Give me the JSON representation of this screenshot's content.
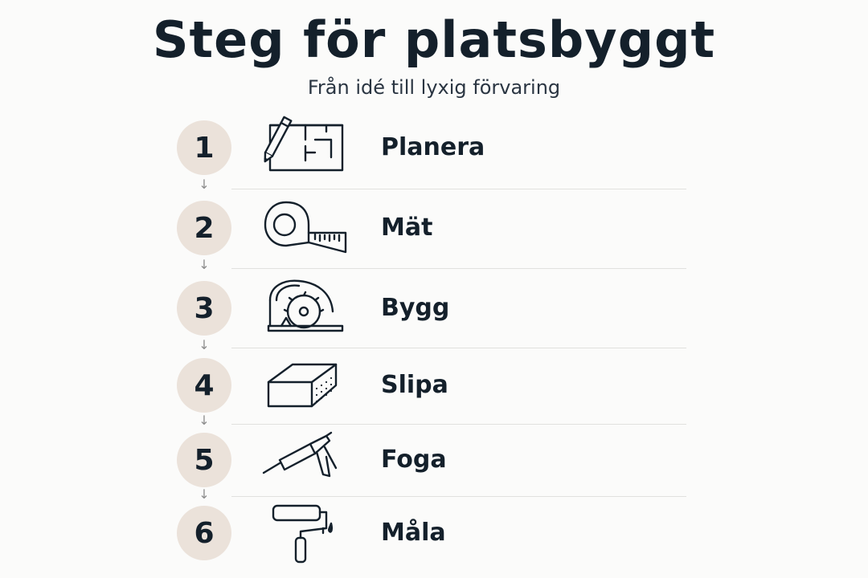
{
  "header": {
    "title": "Steg för platsbyggt",
    "subtitle": "Från idé till lyxig förvaring"
  },
  "steps": [
    {
      "number": "1",
      "label": "Planera",
      "icon": "pencil-blueprint-icon"
    },
    {
      "number": "2",
      "label": "Mät",
      "icon": "tape-measure-icon"
    },
    {
      "number": "3",
      "label": "Bygg",
      "icon": "circular-saw-icon"
    },
    {
      "number": "4",
      "label": "Slipa",
      "icon": "sanding-block-icon"
    },
    {
      "number": "5",
      "label": "Foga",
      "icon": "caulk-gun-icon"
    },
    {
      "number": "6",
      "label": "Måla",
      "icon": "paint-roller-icon"
    }
  ],
  "colors": {
    "background": "#fbfbfa",
    "text": "#14202b",
    "circle": "#ebe2da",
    "divider": "#e1e1de",
    "arrow": "#8c8c8c"
  }
}
